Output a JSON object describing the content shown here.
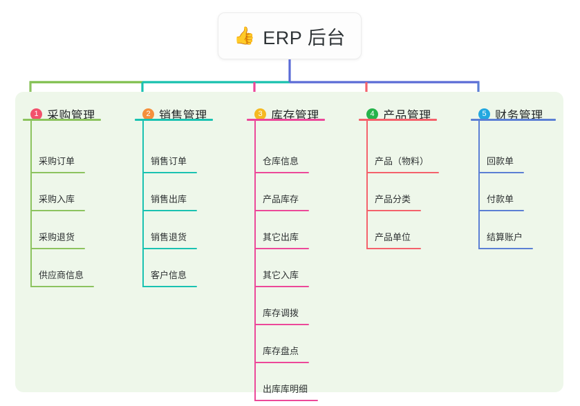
{
  "root": {
    "emoji_icon": "thumbs-up-icon",
    "emoji_glyph": "👍",
    "label": "ERP 后台"
  },
  "panel": {
    "background_color": "#eef7ea"
  },
  "connector": {
    "root_stem_color": "#5b6bd6",
    "segments": [
      {
        "name": "green-segment",
        "color": "#7fbf4d"
      },
      {
        "name": "teal-segment",
        "color": "#18c1ae"
      },
      {
        "name": "blue-segment",
        "color": "#5b6bd6"
      }
    ]
  },
  "columns": [
    {
      "index": "1",
      "badge_number": "1",
      "badge_color": "#f2516c",
      "line_color": "#8cc35f",
      "title": "采购管理",
      "items": [
        {
          "label": "采购订单"
        },
        {
          "label": "采购入库"
        },
        {
          "label": "采购退货"
        },
        {
          "label": "供应商信息"
        }
      ]
    },
    {
      "index": "2",
      "badge_number": "2",
      "badge_color": "#f58f3c",
      "line_color": "#19c2b1",
      "title": "销售管理",
      "items": [
        {
          "label": "销售订单"
        },
        {
          "label": "销售出库"
        },
        {
          "label": "销售退货"
        },
        {
          "label": "客户信息"
        }
      ]
    },
    {
      "index": "3",
      "badge_number": "3",
      "badge_color": "#f5b921",
      "line_color": "#ec4899",
      "title": "库存管理",
      "items": [
        {
          "label": "仓库信息"
        },
        {
          "label": "产品库存"
        },
        {
          "label": "其它出库"
        },
        {
          "label": "其它入库"
        },
        {
          "label": "库存调拨"
        },
        {
          "label": "库存盘点"
        },
        {
          "label": "出库库明细"
        }
      ]
    },
    {
      "index": "4",
      "badge_number": "4",
      "badge_color": "#25b34b",
      "line_color": "#f4616b",
      "title": "产品管理",
      "items": [
        {
          "label": "产品（物料）"
        },
        {
          "label": "产品分类"
        },
        {
          "label": "产品单位"
        }
      ]
    },
    {
      "index": "5",
      "badge_number": "5",
      "badge_color": "#22a7e0",
      "line_color": "#5b7fd4",
      "title": "财务管理",
      "items": [
        {
          "label": "回款单"
        },
        {
          "label": "付款单"
        },
        {
          "label": "结算账户"
        }
      ]
    }
  ]
}
